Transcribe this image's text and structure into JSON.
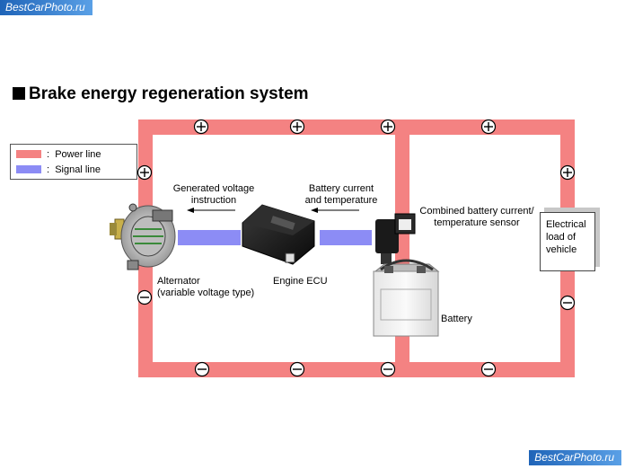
{
  "watermark": {
    "top": "BestCarPhoto.ru",
    "bottom": "BestCarPhoto.ru"
  },
  "title": "Brake energy regeneration system",
  "legend": {
    "items": [
      {
        "label": "Power line",
        "color": "#f48282"
      },
      {
        "label": "Signal line",
        "color": "#8c8cf5"
      }
    ],
    "separator": ":"
  },
  "labels": {
    "generated_voltage": [
      "Generated voltage",
      "instruction"
    ],
    "battery_current": [
      "Battery current",
      "and temperature"
    ],
    "sensor": [
      "Combined battery current/",
      "temperature sensor"
    ],
    "alternator": [
      "Alternator",
      "(variable voltage type)"
    ],
    "engine_ecu": "Engine ECU",
    "battery": "Battery",
    "electrical_load": [
      "Electrical",
      "load of",
      "vehicle"
    ]
  },
  "symbols": {
    "plus": "+",
    "minus": "−"
  },
  "colors": {
    "power_line": "#f48282",
    "signal_line": "#8c8cf5"
  }
}
